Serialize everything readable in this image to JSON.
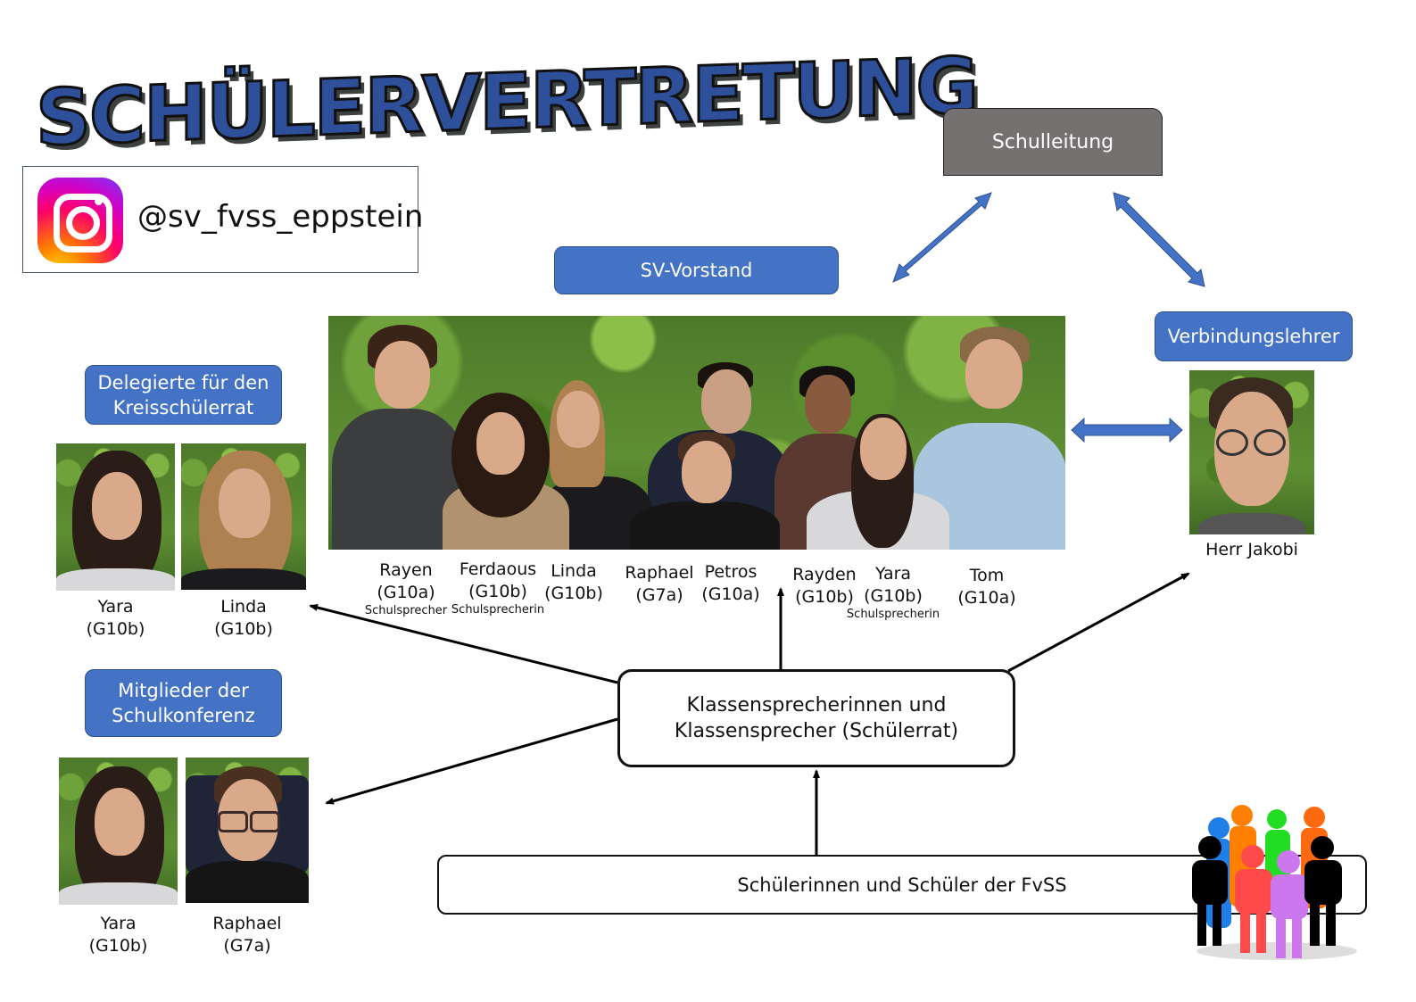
{
  "title": "SCHÜLERVERTRETUNG",
  "social": {
    "platform_icon": "instagram-icon",
    "handle": "@sv_fvss_eppstein"
  },
  "boxes": {
    "schulleitung": "Schulleitung",
    "vorstand": "SV-Vorstand",
    "verbindungslehrer": "Verbindungslehrer",
    "delegierte": "Delegierte für den Kreisschülerrat",
    "schulkonferenz": "Mitglieder der Schulkonferenz",
    "schuelerrat": "Klassensprecherinnen und Klassensprecher (Schülerrat)",
    "schueler": "Schülerinnen und Schüler der FvSS"
  },
  "colors": {
    "blue_box": "#4472c4",
    "gray_box": "#767171",
    "title_blue": "#2e4f9a",
    "arrow_blue": "#4472c4"
  },
  "vorstand_members": [
    {
      "name": "Rayen",
      "class": "(G10a)",
      "role": "Schulsprecher"
    },
    {
      "name": "Ferdaous",
      "class": "(G10b)",
      "role": "Schulsprecherin"
    },
    {
      "name": "Linda",
      "class": "(G10b)",
      "role": ""
    },
    {
      "name": "Raphael",
      "class": "(G7a)",
      "role": ""
    },
    {
      "name": "Petros",
      "class": "(G10a)",
      "role": ""
    },
    {
      "name": "Rayden",
      "class": "(G10b)",
      "role": ""
    },
    {
      "name": "Yara",
      "class": "(G10b)",
      "role": "Schulsprecherin"
    },
    {
      "name": "Tom",
      "class": "(G10a)",
      "role": ""
    }
  ],
  "teacher": {
    "name": "Herr Jakobi"
  },
  "kreisschuelerrat": [
    {
      "name": "Yara",
      "class": "(G10b)"
    },
    {
      "name": "Linda",
      "class": "(G10b)"
    }
  ],
  "schulkonferenz": [
    {
      "name": "Yara",
      "class": "(G10b)"
    },
    {
      "name": "Raphael",
      "class": "(G7a)"
    }
  ],
  "images": {
    "group_photo": "SV-Vorstand group photo",
    "teacher_photo": "Herr Jakobi portrait",
    "people_icon": "group-of-people-icon"
  }
}
